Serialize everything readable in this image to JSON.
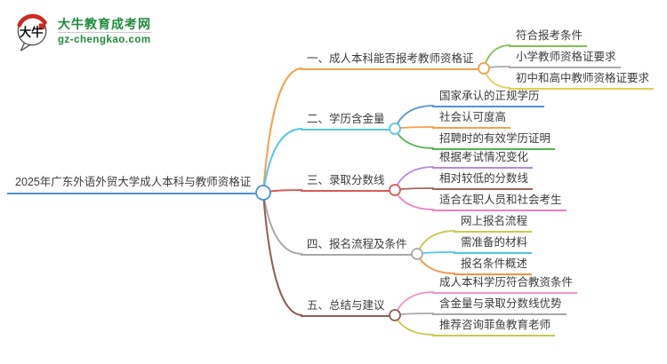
{
  "logo": {
    "icon_text": "大牛",
    "title": "大牛教育成考网",
    "url": "gz-chengkao.com",
    "title_color": "#1e8a3c",
    "accent_red": "#cc2a26"
  },
  "mindmap": {
    "background": "#ffffff",
    "text_color": "#3c3c3c",
    "root": {
      "label": "2025年广东外语外贸大学成人本科与教师资格证",
      "color": "#4a90d9"
    },
    "branches": [
      {
        "label": "一、成人本科能否报考教师资格证",
        "color": "#f5a04a",
        "children": [
          {
            "label": "符合报考条件",
            "color": "#82c14e"
          },
          {
            "label": "小学教师资格证要求",
            "color": "#a9a9a9"
          },
          {
            "label": "初中和高中教师资格证要求",
            "color": "#e2ce4d"
          }
        ]
      },
      {
        "label": "二、学历含金量",
        "color": "#53c6e8",
        "children": [
          {
            "label": "国家承认的正规学历",
            "color": "#5590d9"
          },
          {
            "label": "社会认可度高",
            "color": "#f5a04a"
          },
          {
            "label": "招聘时的有效学历证明",
            "color": "#55b44e"
          }
        ]
      },
      {
        "label": "三、录取分数线",
        "color": "#da5a56",
        "children": [
          {
            "label": "根据考试情况变化",
            "color": "#b78ad8"
          },
          {
            "label": "相对较低的分数线",
            "color": "#a5655c"
          },
          {
            "label": "适合在职人员和社会考生",
            "color": "#ec82c4"
          }
        ]
      },
      {
        "label": "四、报名流程及条件",
        "color": "#a9a9a9",
        "children": [
          {
            "label": "网上报名流程",
            "color": "#c9c94d"
          },
          {
            "label": "需准备的材料",
            "color": "#53c6e8"
          },
          {
            "label": "报名条件概述",
            "color": "#f59348"
          }
        ]
      },
      {
        "label": "五、总结与建议",
        "color": "#8f6054",
        "children": [
          {
            "label": "成人本科学历符合教资条件",
            "color": "#f092c6"
          },
          {
            "label": "含金量与录取分数线优势",
            "color": "#a9a9a9"
          },
          {
            "label": "推荐咨询菲鱼教育老师",
            "color": "#c9c94d"
          }
        ]
      }
    ]
  }
}
